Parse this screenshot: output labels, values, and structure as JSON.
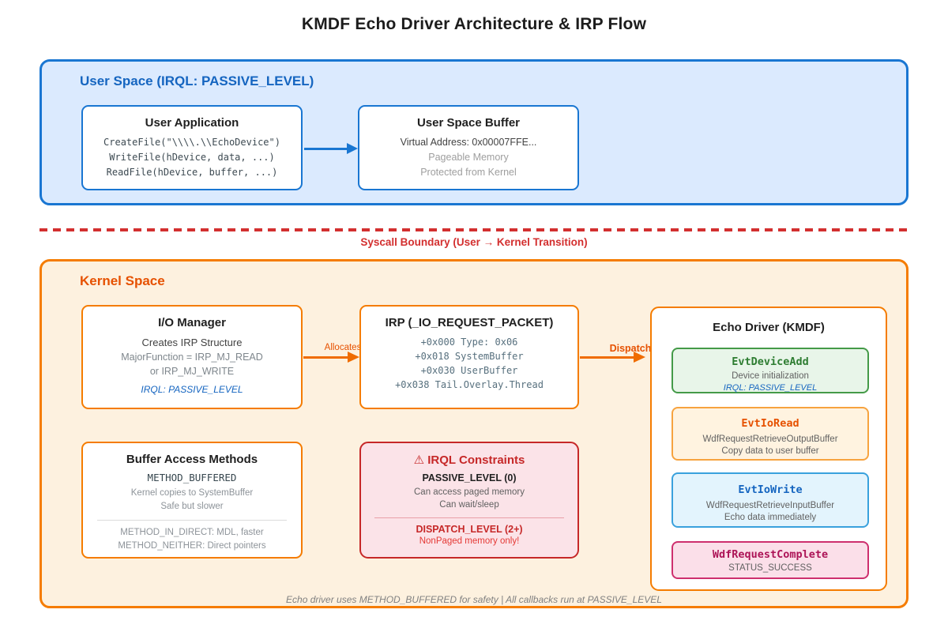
{
  "title": "KMDF Echo Driver Architecture & IRP Flow",
  "user_space": {
    "label": "User Space (IRQL: PASSIVE_LEVEL)",
    "user_application": {
      "title": "User Application",
      "code_lines": [
        "CreateFile(\"\\\\\\\\.\\\\EchoDevice\")",
        "WriteFile(hDevice, data, ...)",
        "ReadFile(hDevice, buffer, ...)"
      ]
    },
    "user_space_buffer": {
      "title": "User Space Buffer",
      "virtual_address": "Virtual Address: 0x00007FFE...",
      "notes": [
        "Pageable Memory",
        "Protected from Kernel"
      ]
    }
  },
  "syscall_boundary": {
    "label": "Syscall Boundary (User → Kernel Transition)"
  },
  "kernel_space": {
    "label": "Kernel Space",
    "io_manager": {
      "title": "I/O Manager",
      "line1": "Creates IRP Structure",
      "line2": "MajorFunction = IRP_MJ_READ",
      "line3": "or IRP_MJ_WRITE",
      "irql": "IRQL: PASSIVE_LEVEL"
    },
    "irp_packet": {
      "title": "IRP (_IO_REQUEST_PACKET)",
      "fields": [
        "+0x000 Type: 0x06",
        "+0x018 SystemBuffer",
        "+0x030 UserBuffer",
        "+0x038 Tail.Overlay.Thread"
      ]
    },
    "echo_driver": {
      "title": "Echo Driver (KMDF)",
      "callbacks": [
        {
          "name": "EvtDeviceAdd",
          "line1": "Device initialization",
          "irql": "IRQL: PASSIVE_LEVEL"
        },
        {
          "name": "EvtIoRead",
          "line1": "WdfRequestRetrieveOutputBuffer",
          "line2": "Copy data to user buffer"
        },
        {
          "name": "EvtIoWrite",
          "line1": "WdfRequestRetrieveInputBuffer",
          "line2": "Echo data immediately"
        },
        {
          "name": "WdfRequestComplete",
          "line1": "STATUS_SUCCESS"
        }
      ]
    },
    "buffer_access": {
      "title": "Buffer Access Methods",
      "primary": "METHOD_BUFFERED",
      "primary_notes": [
        "Kernel copies to SystemBuffer",
        "Safe but slower"
      ],
      "alternatives": [
        "METHOD_IN_DIRECT: MDL, faster",
        "METHOD_NEITHER: Direct pointers"
      ]
    },
    "irql_constraints": {
      "warning_icon": "⚠",
      "title": "IRQL Constraints",
      "passive_title": "PASSIVE_LEVEL (0)",
      "passive_notes": [
        "Can access paged memory",
        "Can wait/sleep"
      ],
      "dispatch_title": "DISPATCH_LEVEL (2+)",
      "dispatch_note": "NonPaged memory only!"
    },
    "footnote": "Echo driver uses METHOD_BUFFERED for safety | All callbacks run at PASSIVE_LEVEL"
  },
  "arrows": {
    "allocates": "Allocates",
    "dispatch": "Dispatch"
  },
  "colors": {
    "user_space_accent": "#1565c0",
    "user_space_bg": "#dbeafe",
    "kernel_accent": "#e65100",
    "kernel_bg": "#fdf1df",
    "boundary_red": "#d32f2f",
    "constraint_red": "#c62828",
    "callback_green": "#2e7d32",
    "callback_blue": "#1565c0",
    "callback_pink": "#ad1457"
  }
}
